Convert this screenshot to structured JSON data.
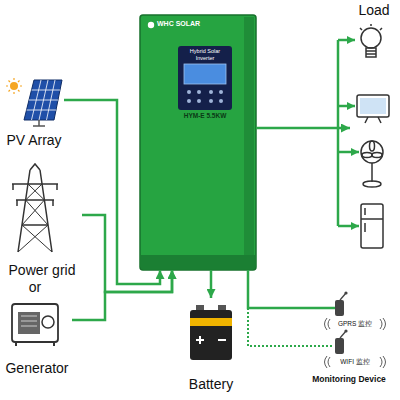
{
  "diagram": {
    "nodes": [
      {
        "text": [
          "PV Array"
        ]
      },
      {
        "text": [
          "WHC SOLAR",
          "Hybrid Solar Inverter",
          "HYM-E 5.5KW"
        ]
      },
      {
        "text": [
          "Load"
        ]
      },
      {
        "text": [
          "Power grid"
        ]
      },
      {
        "text": [
          "Generator"
        ]
      },
      {
        "text": [
          "Battery"
        ]
      },
      {
        "text": [
          "Monitoring Device"
        ]
      }
    ],
    "edges": [
      {
        "from": 0,
        "to": 1,
        "arrow": "to"
      },
      {
        "from": 1,
        "to": 2,
        "arrow": "to"
      },
      {
        "from": 3,
        "to": 1,
        "arrow": "to"
      },
      {
        "from": 4,
        "to": 1,
        "arrow": "to"
      },
      {
        "from": 1,
        "to": 5,
        "arrow": "to"
      },
      {
        "from": 1,
        "to": 6,
        "arrow": "none"
      }
    ],
    "labels": [
      "or",
      "GPRS 监控",
      "WIFI 监控"
    ]
  }
}
